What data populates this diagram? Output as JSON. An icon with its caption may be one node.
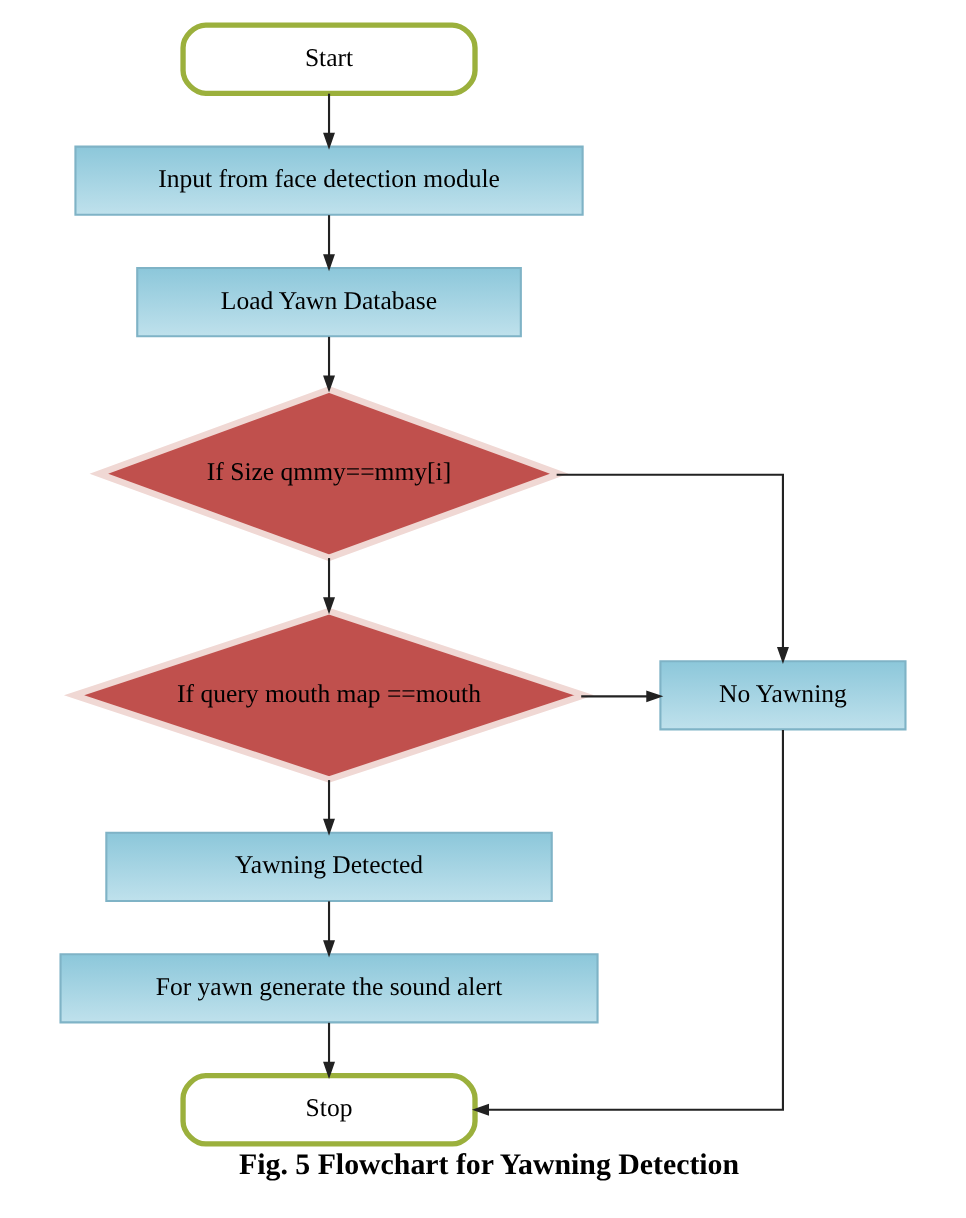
{
  "diagram": {
    "caption": "Fig. 5 Flowchart for Yawning Detection",
    "nodes": [
      {
        "text": [
          "Start"
        ]
      },
      {
        "text": [
          "Input from face detection module"
        ]
      },
      {
        "text": [
          "Load Yawn Database"
        ]
      },
      {
        "text": [
          "If Size qmmy==mmy[i]"
        ]
      },
      {
        "text": [
          "If query mouth map ==mouth"
        ]
      },
      {
        "text": [
          "No Yawning"
        ]
      },
      {
        "text": [
          "Yawning Detected"
        ]
      },
      {
        "text": [
          "For yawn generate the sound alert"
        ]
      },
      {
        "text": [
          "Stop"
        ]
      }
    ],
    "edges": [
      {
        "from": 0,
        "to": 1,
        "arrow": "to"
      },
      {
        "from": 1,
        "to": 2,
        "arrow": "to"
      },
      {
        "from": 2,
        "to": 3,
        "arrow": "to"
      },
      {
        "from": 3,
        "to": 4,
        "arrow": "to"
      },
      {
        "from": 3,
        "to": 5,
        "arrow": "to"
      },
      {
        "from": 4,
        "to": 5,
        "arrow": "to"
      },
      {
        "from": 4,
        "to": 6,
        "arrow": "to"
      },
      {
        "from": 6,
        "to": 7,
        "arrow": "to"
      },
      {
        "from": 7,
        "to": 8,
        "arrow": "to"
      },
      {
        "from": 5,
        "to": 8,
        "arrow": "to"
      }
    ]
  }
}
